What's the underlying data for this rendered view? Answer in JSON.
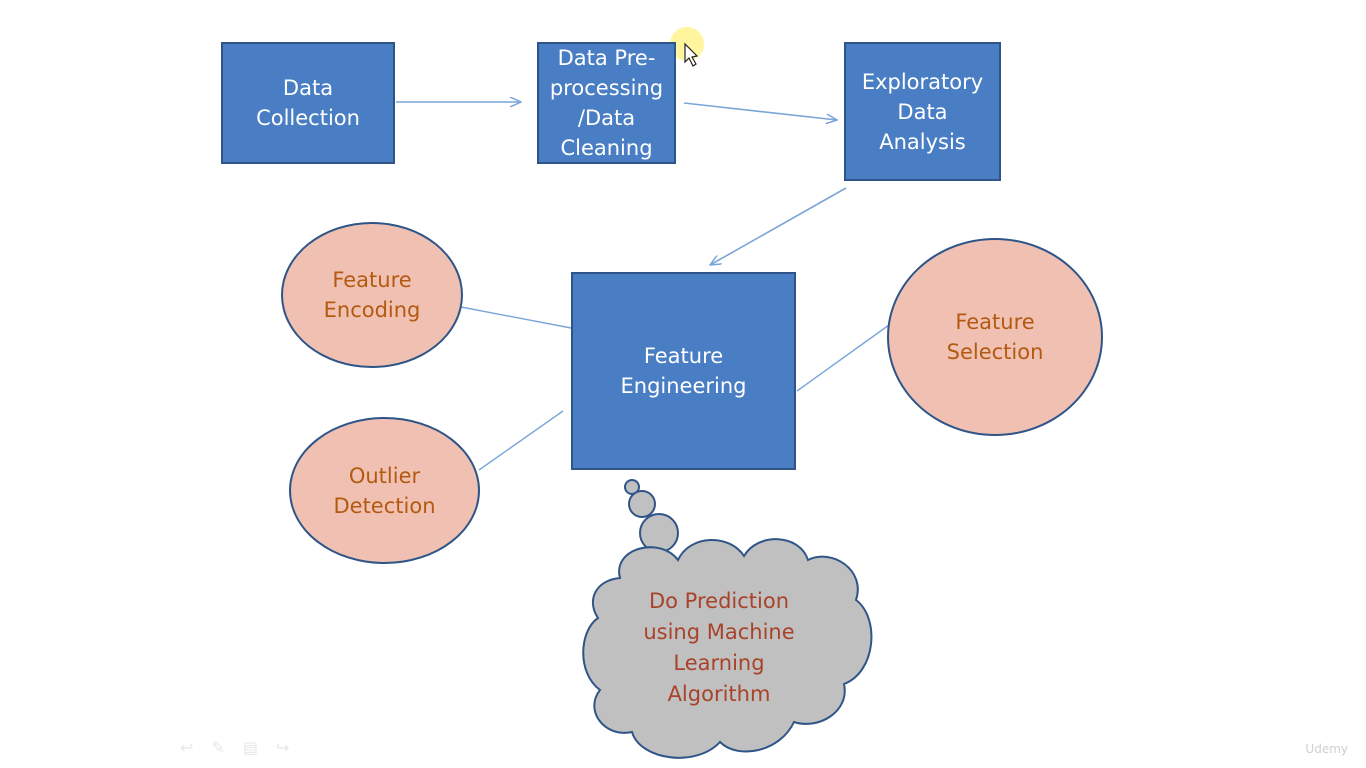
{
  "nodes": {
    "data_collection": "Data\nCollection",
    "data_preprocessing": "Data Pre-\nprocessing\n/Data\nCleaning",
    "exploratory_data_analysis": "Exploratory\nData\nAnalysis",
    "feature_engineering": "Feature\nEngineering",
    "feature_encoding": "Feature\nEncoding",
    "outlier_detection": "Outlier\nDetection",
    "feature_selection": "Feature\nSelection",
    "do_prediction": "Do Prediction\nusing Machine\nLearning\nAlgorithm"
  },
  "colors": {
    "box_fill": "#4a7ec4",
    "box_border": "#2f5588",
    "ellipse_fill": "#f0c1b3",
    "ellipse_text": "#b35a10",
    "cloud_fill": "#c0c0c0",
    "cloud_text": "#a8432a",
    "connector": "#7aa5d8"
  },
  "icons": [
    "back-arrow-icon",
    "pen-icon",
    "slides-icon",
    "forward-arrow-icon"
  ],
  "watermark": "Udemy"
}
